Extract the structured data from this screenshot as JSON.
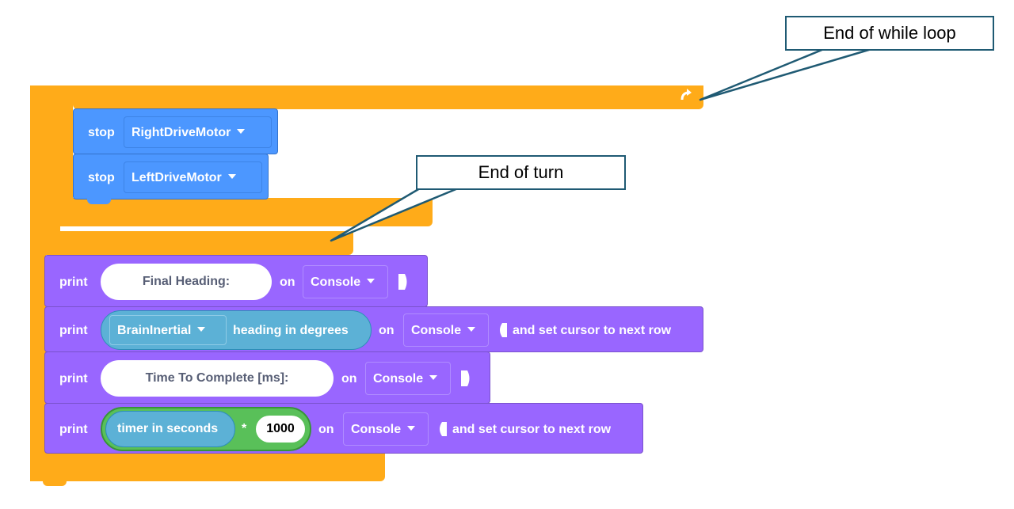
{
  "callouts": {
    "while_end": "End of while loop",
    "turn_end": "End of turn"
  },
  "stop_blocks": [
    {
      "label": "stop",
      "motor": "RightDriveMotor"
    },
    {
      "label": "stop",
      "motor": "LeftDriveMotor"
    }
  ],
  "print_blocks": {
    "p1": {
      "label": "print",
      "text": "Final Heading:",
      "on": "on",
      "target": "Console"
    },
    "p2": {
      "label": "print",
      "sensor": "BrainInertial",
      "reporter": "heading in degrees",
      "on": "on",
      "target": "Console",
      "suffix": "and set cursor to next row"
    },
    "p3": {
      "label": "print",
      "text": "Time To Complete [ms]:",
      "on": "on",
      "target": "Console"
    },
    "p4": {
      "label": "print",
      "reporter": "timer in seconds",
      "operator": "*",
      "operand": "1000",
      "on": "on",
      "target": "Console",
      "suffix": "and set cursor to next row"
    }
  },
  "icons": {
    "loop_arrow": "loop-arrow-icon",
    "triangle": "caret-icon"
  },
  "colors": {
    "control": "#ffab19",
    "motion": "#4c97ff",
    "looks": "#9966ff",
    "sensing": "#5cb1d6",
    "operators": "#59c059",
    "callout_border": "#1f5a73"
  }
}
